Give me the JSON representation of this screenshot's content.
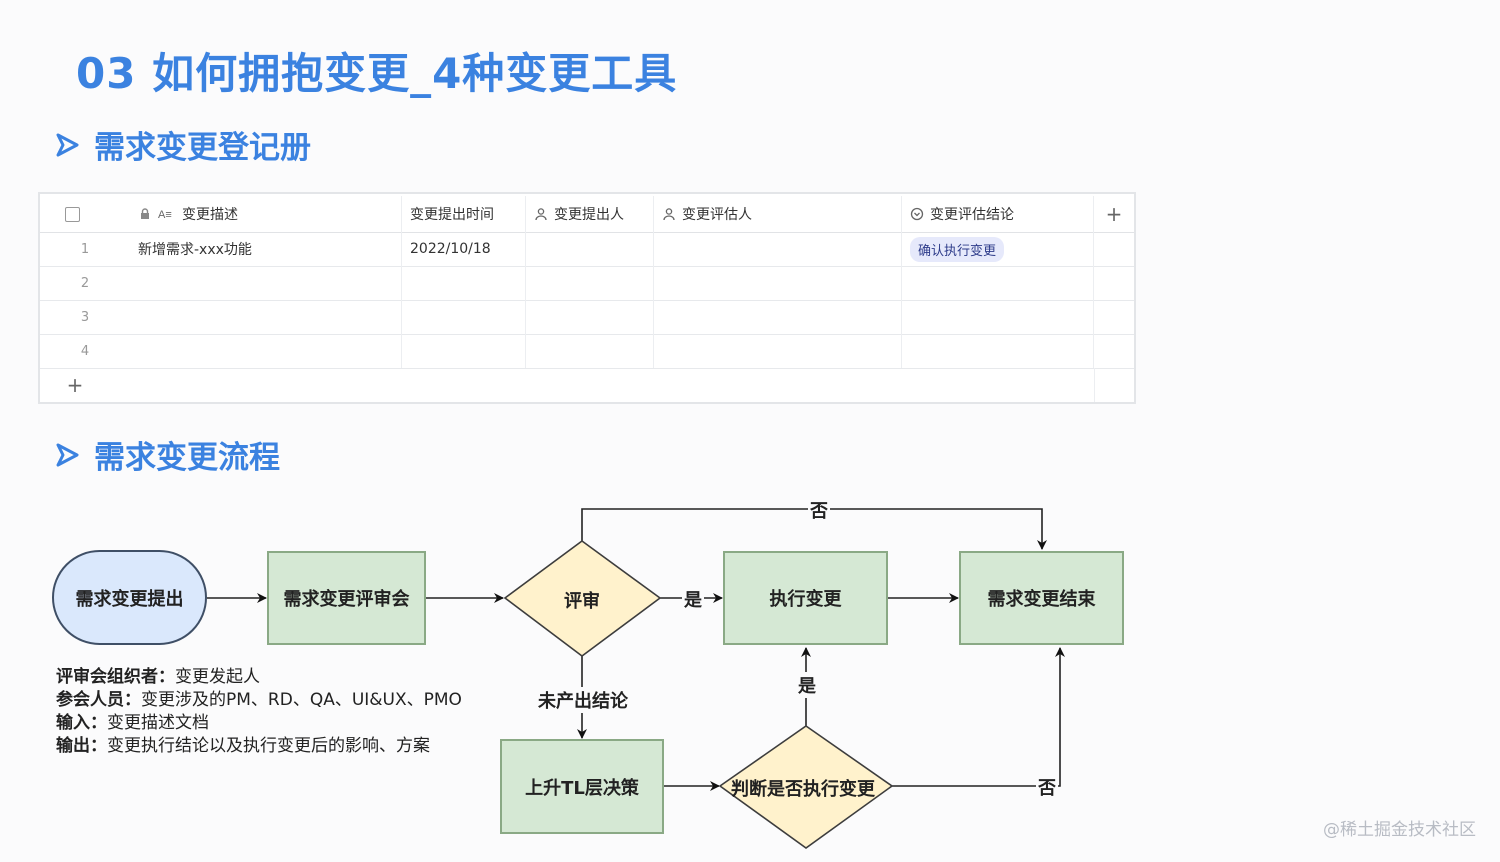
{
  "title": "03 如何拥抱变更_4种变更工具",
  "sections": {
    "register": "需求变更登记册",
    "process": "需求变更流程"
  },
  "table": {
    "headers": {
      "desc": "变更描述",
      "time": "变更提出时间",
      "proposer": "变更提出人",
      "assessor": "变更评估人",
      "conclusion": "变更评估结论"
    },
    "rows": [
      {
        "num": "1",
        "desc": "新增需求-xxx功能",
        "time": "2022/10/18",
        "proposer": "",
        "assessor": "",
        "conclusion": "确认执行变更"
      },
      {
        "num": "2",
        "desc": "",
        "time": "",
        "proposer": "",
        "assessor": "",
        "conclusion": ""
      },
      {
        "num": "3",
        "desc": "",
        "time": "",
        "proposer": "",
        "assessor": "",
        "conclusion": ""
      },
      {
        "num": "4",
        "desc": "",
        "time": "",
        "proposer": "",
        "assessor": "",
        "conclusion": ""
      }
    ],
    "add_column": "+",
    "add_row": "+"
  },
  "flow": {
    "start": "需求变更提出",
    "meeting": "需求变更评审会",
    "review": "评审",
    "execute": "执行变更",
    "end": "需求变更结束",
    "escalate": "上升TL层决策",
    "judge": "判断是否执行变更",
    "labels": {
      "no_top": "否",
      "yes_right": "是",
      "no_conclusion": "未产出结论",
      "yes_up": "是",
      "no_right": "否"
    }
  },
  "notes": [
    {
      "key": "评审会组织者：",
      "value": "变更发起人"
    },
    {
      "key": "参会人员：",
      "value": "变更涉及的PM、RD、QA、UI&UX、PMO"
    },
    {
      "key": "输入：",
      "value": "变更描述文档"
    },
    {
      "key": "输出：",
      "value": "变更执行结论以及执行变更后的影响、方案"
    }
  ],
  "watermark": "@稀土掘金技术社区",
  "colors": {
    "accent": "#3b82e0",
    "process_fill": "#d5e8d4",
    "decision_fill": "#fff2cc",
    "terminal_fill": "#dae8fc"
  }
}
